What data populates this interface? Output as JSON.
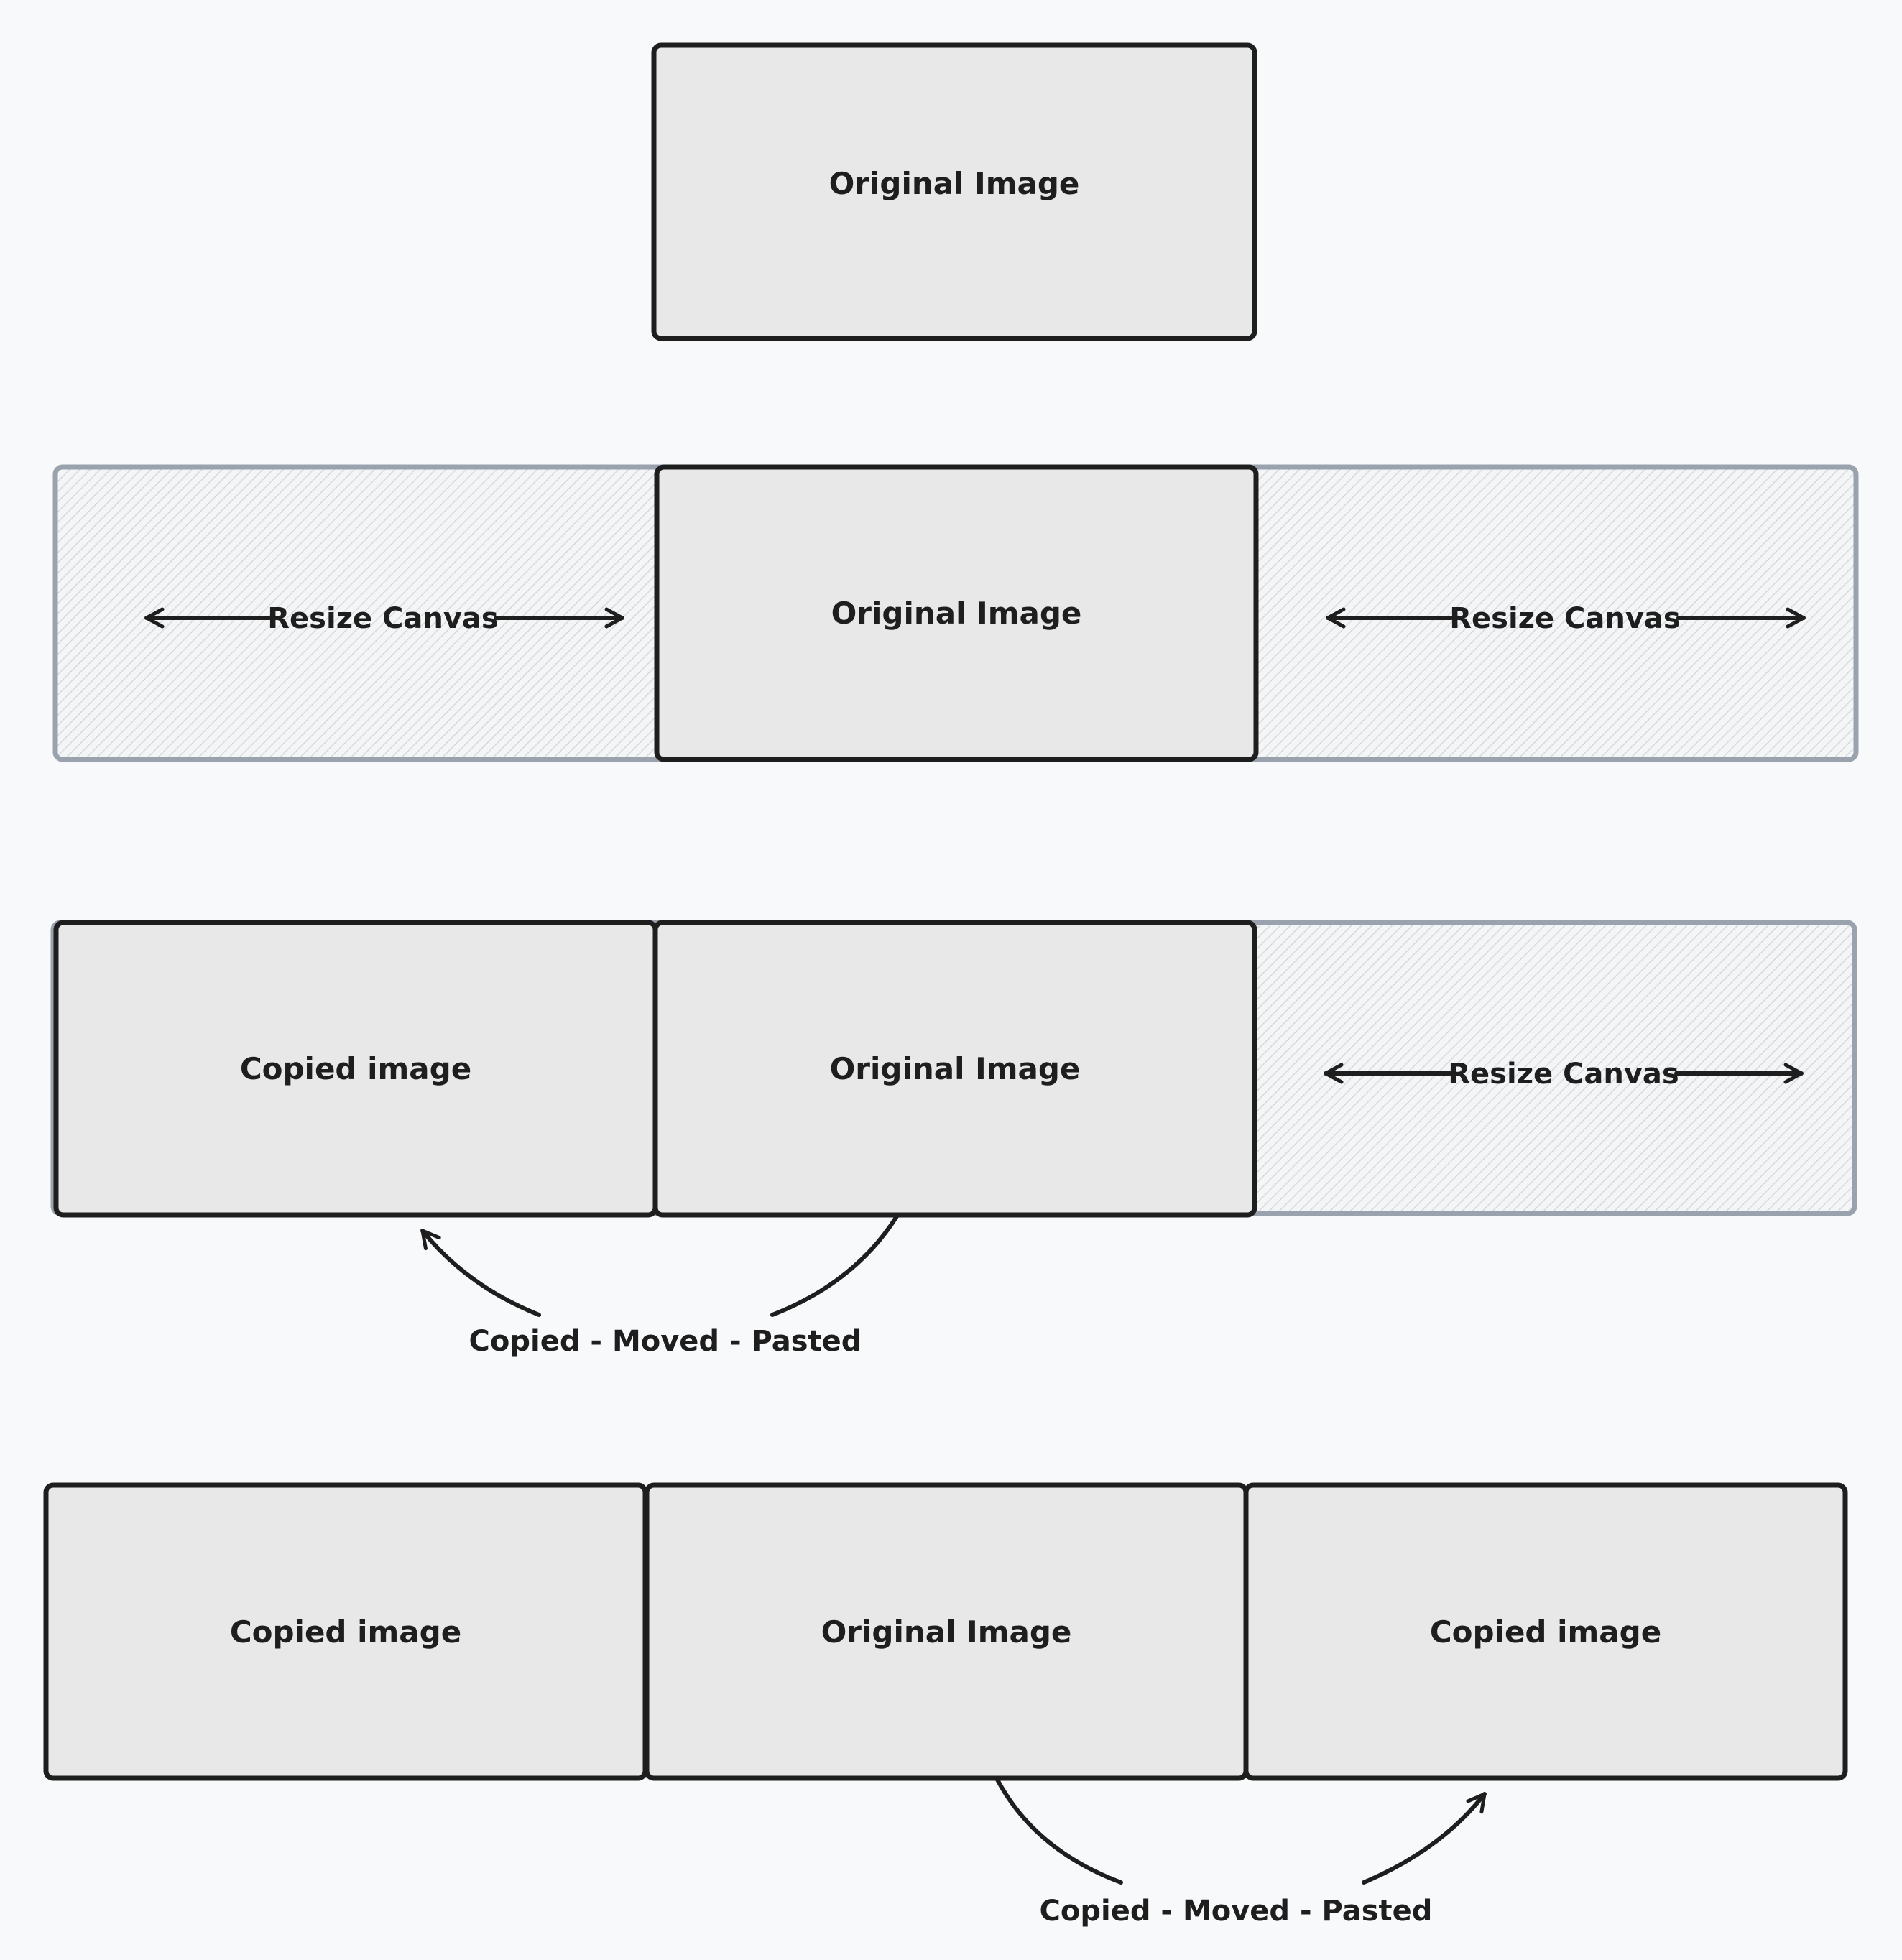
{
  "colors": {
    "background": "#f8f9fa",
    "box_fill": "#e8e8e8",
    "box_stroke": "#1e1e1e",
    "canvas_stroke": "#9aa3ad",
    "hatch": "#d6d9dc",
    "text": "#1e1e1e"
  },
  "row1": {
    "original": "Original Image"
  },
  "row2": {
    "left_canvas_label": "Resize Canvas",
    "original": "Original Image",
    "right_canvas_label": "Resize Canvas"
  },
  "row3": {
    "copied": "Copied image",
    "original": "Original Image",
    "right_canvas_label": "Resize Canvas",
    "arrow_label": "Copied - Moved - Pasted"
  },
  "row4": {
    "copied_left": "Copied image",
    "original": "Original Image",
    "copied_right": "Copied image",
    "arrow_label": "Copied - Moved - Pasted"
  }
}
